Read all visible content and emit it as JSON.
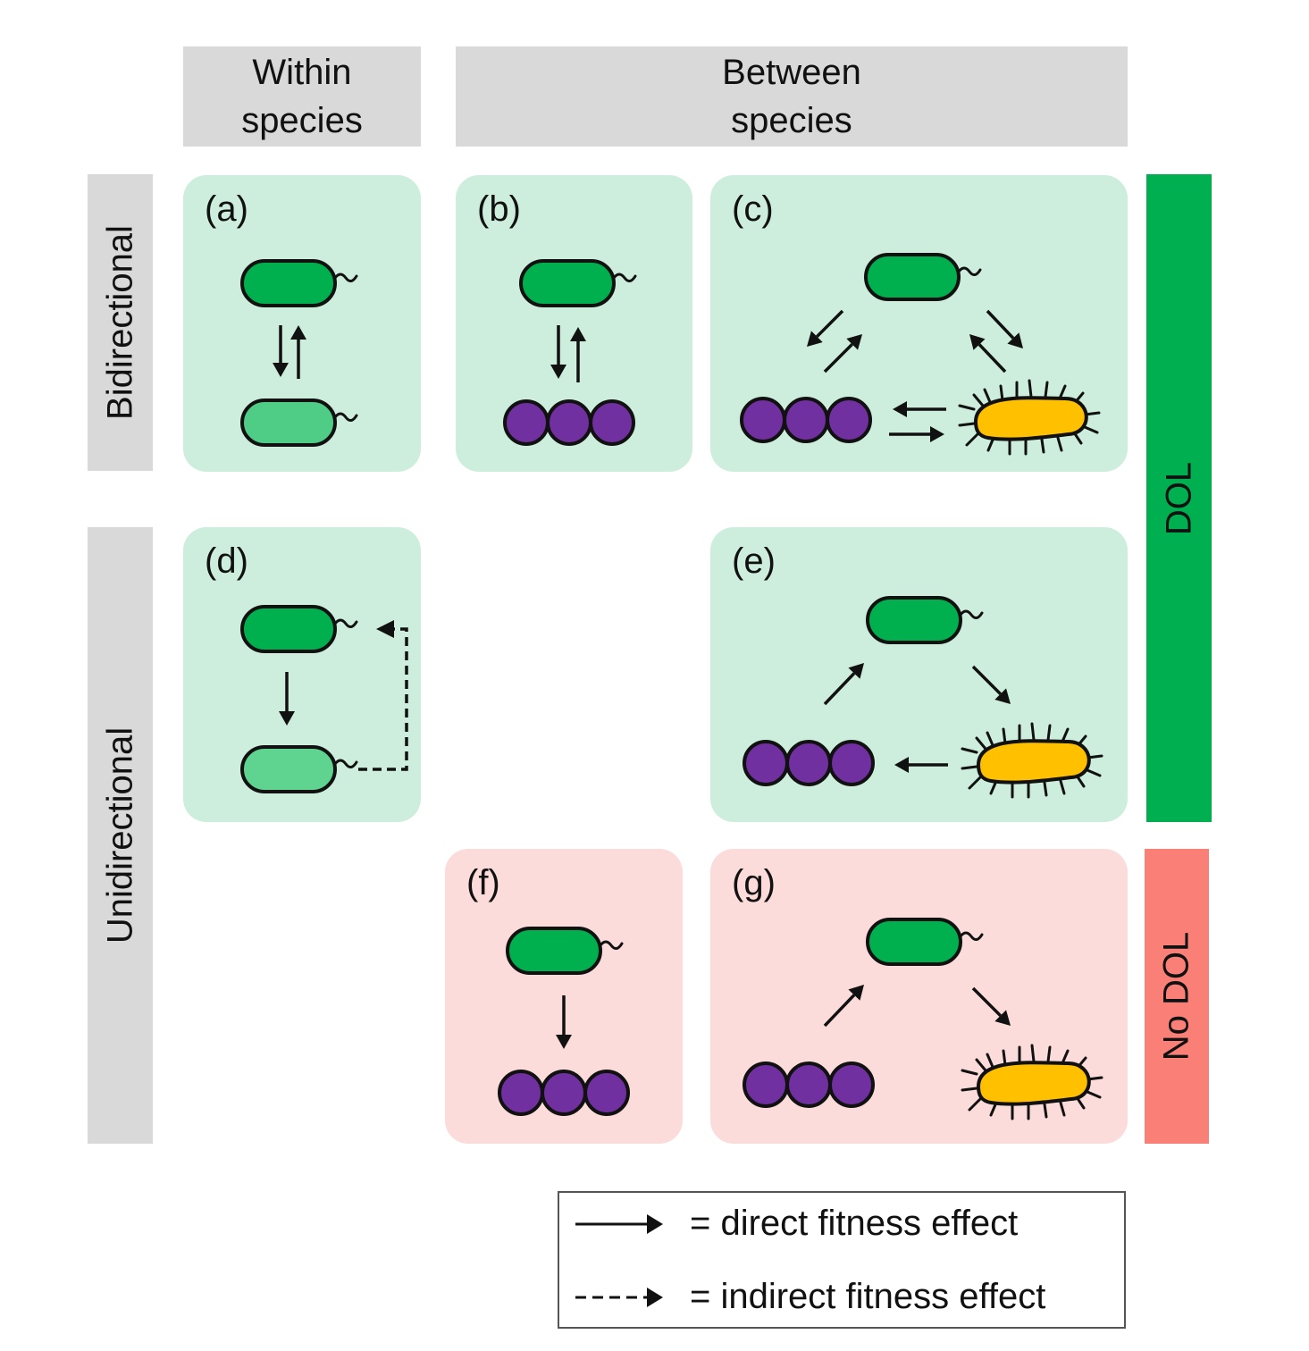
{
  "headers": {
    "within": "Within\nspecies",
    "between": "Between\nspecies"
  },
  "rows": {
    "bidirectional": "Bidirectional",
    "unidirectional": "Unidirectional"
  },
  "side_bars": {
    "dol": "DOL",
    "no_dol": "No DOL"
  },
  "panels": {
    "a": "(a)",
    "b": "(b)",
    "c": "(c)",
    "d": "(d)",
    "e": "(e)",
    "f": "(f)",
    "g": "(g)"
  },
  "legend": {
    "direct": "= direct fitness effect",
    "indirect": "= indirect fitness effect"
  },
  "colors": {
    "panel_green": "#cdeedd",
    "panel_pink": "#fcdcda",
    "dol_bar": "#00b050",
    "no_dol_bar": "#fa7f76",
    "header_gray": "#d9d9d9",
    "rod_dark": "#00b04f",
    "rod_light": "#4fcd86",
    "cocci": "#7030a0",
    "bacillus": "#ffc000"
  }
}
